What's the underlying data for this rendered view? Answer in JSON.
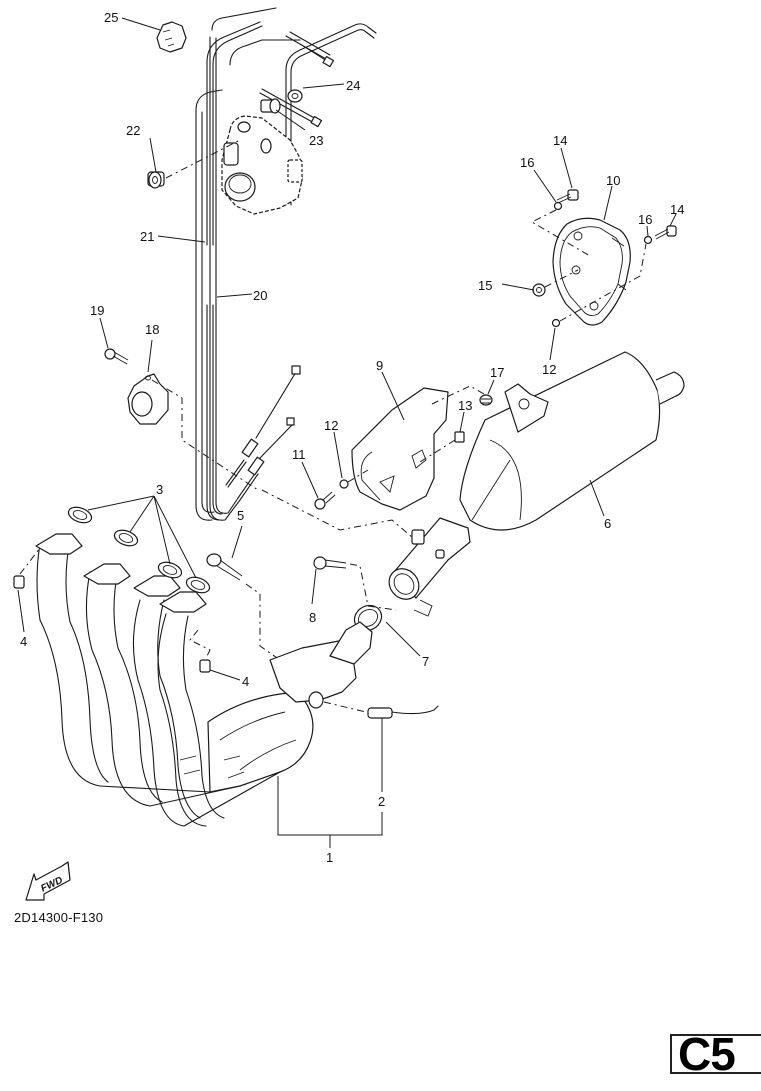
{
  "diagram": {
    "type": "exploded-parts-diagram",
    "subject": "exhaust system",
    "reference_code": "2D14300-F130",
    "page_label": "C5",
    "direction_indicator": {
      "label": "FWD",
      "icon": "forward-arrow-icon"
    },
    "callouts": [
      {
        "id": "1",
        "label": "1"
      },
      {
        "id": "2",
        "label": "2"
      },
      {
        "id": "3",
        "label": "3"
      },
      {
        "id": "4a",
        "label": "4"
      },
      {
        "id": "4b",
        "label": "4"
      },
      {
        "id": "5",
        "label": "5"
      },
      {
        "id": "6",
        "label": "6"
      },
      {
        "id": "7",
        "label": "7"
      },
      {
        "id": "8",
        "label": "8"
      },
      {
        "id": "9",
        "label": "9"
      },
      {
        "id": "10",
        "label": "10"
      },
      {
        "id": "11",
        "label": "11"
      },
      {
        "id": "12a",
        "label": "12"
      },
      {
        "id": "12b",
        "label": "12"
      },
      {
        "id": "13",
        "label": "13"
      },
      {
        "id": "14a",
        "label": "14"
      },
      {
        "id": "14b",
        "label": "14"
      },
      {
        "id": "15",
        "label": "15"
      },
      {
        "id": "16a",
        "label": "16"
      },
      {
        "id": "16b",
        "label": "16"
      },
      {
        "id": "17",
        "label": "17"
      },
      {
        "id": "18",
        "label": "18"
      },
      {
        "id": "19",
        "label": "19"
      },
      {
        "id": "20",
        "label": "20"
      },
      {
        "id": "21",
        "label": "21"
      },
      {
        "id": "22",
        "label": "22"
      },
      {
        "id": "23",
        "label": "23"
      },
      {
        "id": "24",
        "label": "24"
      },
      {
        "id": "25",
        "label": "25"
      }
    ]
  }
}
